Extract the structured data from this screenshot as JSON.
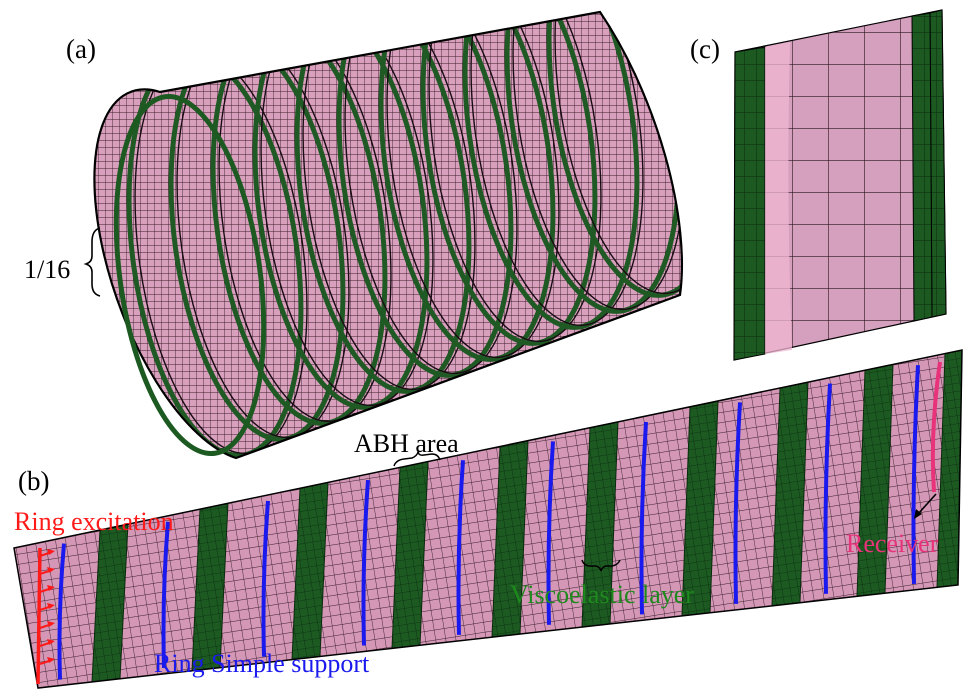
{
  "panels": {
    "a": "(a)",
    "b": "(b)",
    "c": "(c)"
  },
  "annotations": {
    "sector_fraction": "1/16",
    "abh_area": "ABH area",
    "ring_excitation": "Ring excitation",
    "ring_support": "Ring Simple support",
    "viscoelastic_layer": "Viscoelastic layer",
    "receiver": "Receiver"
  },
  "colors": {
    "plate_mesh": "#d9a0bd",
    "viscoelastic": "#1f5a24",
    "support": "#1a1aee",
    "excitation": "#ff1a1a",
    "receiver": "#e8337a"
  }
}
